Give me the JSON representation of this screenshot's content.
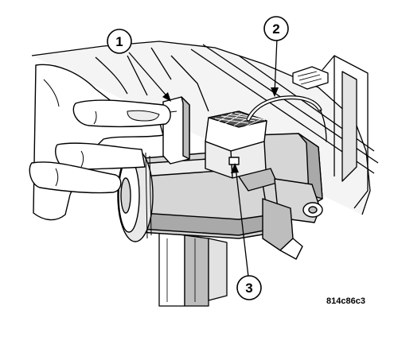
{
  "callouts": [
    {
      "number": "1"
    },
    {
      "number": "2"
    },
    {
      "number": "3"
    }
  ],
  "figure_id": "814c86c3",
  "colors": {
    "line": "#000000",
    "background": "#ffffff",
    "shade": "#bdbdbd",
    "mid": "#d6d6d6",
    "light": "#ededed",
    "dark": "#555555"
  }
}
